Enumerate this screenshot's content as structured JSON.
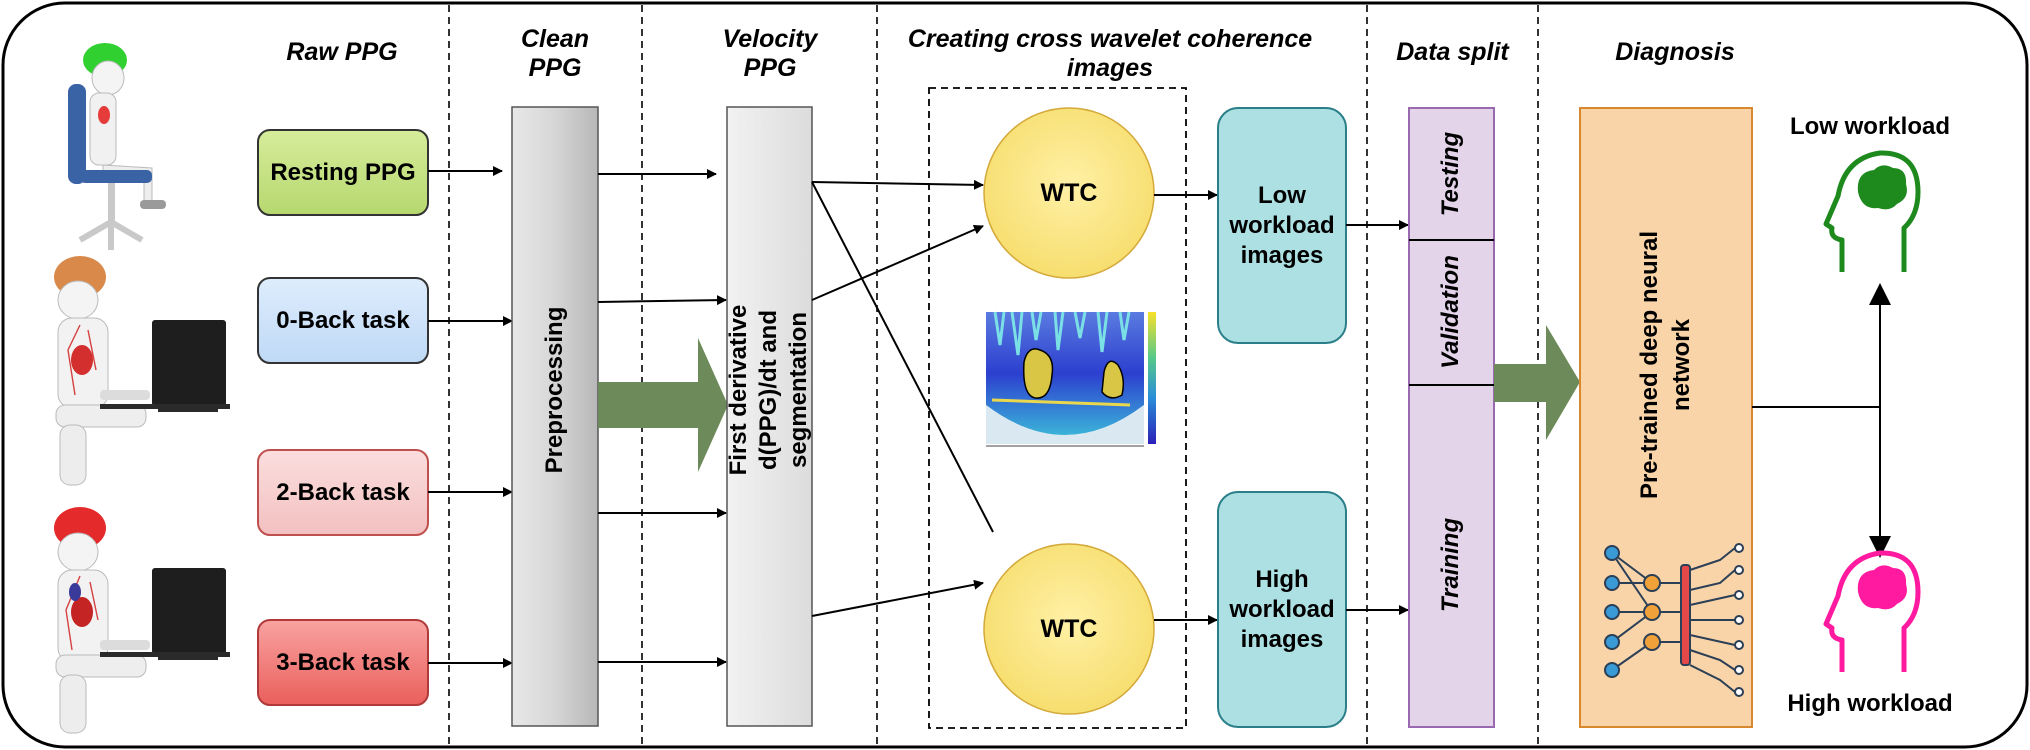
{
  "headers": {
    "raw_ppg": "Raw PPG",
    "clean_ppg": "Clean\nPPG",
    "velocity_ppg": "Velocity\nPPG",
    "wavelet": "Creating cross wavelet coherence\nimages",
    "data_split": "Data split",
    "diagnosis": "Diagnosis"
  },
  "inputs": [
    "Resting PPG",
    "0-Back task",
    "2-Back task",
    "3-Back task"
  ],
  "preprocessing": "Preprocessing",
  "derivative": "First derivative\nd(PPG)/dt and segmentation",
  "wtc_top": "WTC",
  "wtc_bottom": "WTC",
  "low_images": "Low\nworkload\nimages",
  "high_images": "High\nworkload\nimages",
  "splits": [
    "Testing",
    "Validation",
    "Training"
  ],
  "network": "Pre-trained deep neural\nnetwork",
  "low_workload": "Low workload",
  "high_workload": "High workload",
  "colors": {
    "resting": "#c5e08a",
    "zero_back": "#cfe3fa",
    "two_back": "#f6cccc",
    "three_back": "#f07a77",
    "wtc_fill": "#fde67a",
    "images_fill": "#ade0e3",
    "split_fill": "#e4d4ea",
    "network_fill": "#f9d4a8",
    "big_arrow": "#6d8a5a",
    "low_head": "#1e8a1e",
    "high_head": "#ff1aa0"
  }
}
